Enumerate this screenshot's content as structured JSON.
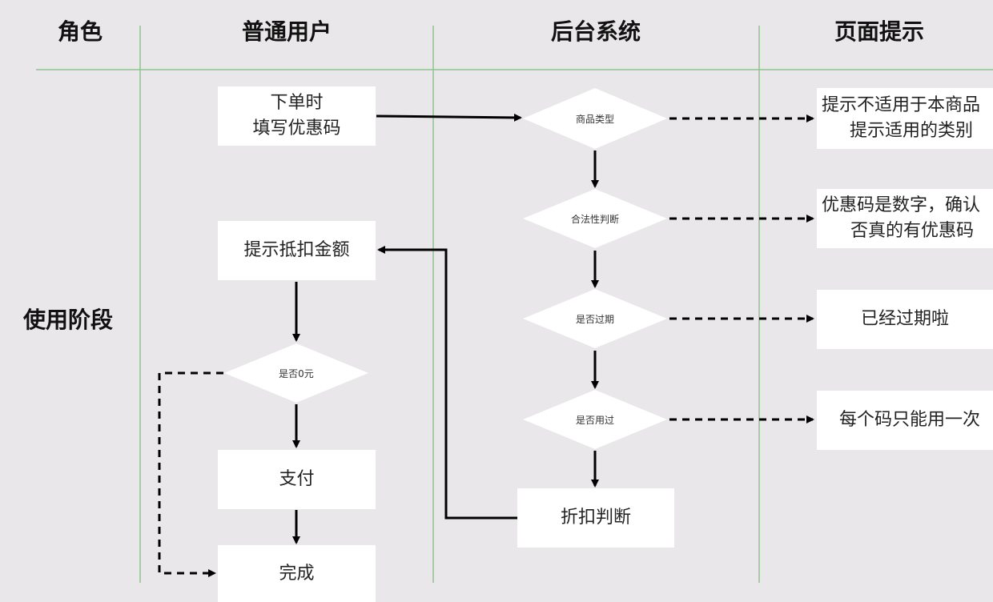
{
  "headers": {
    "role": "角色",
    "user": "普通用户",
    "backend": "后台系统",
    "page": "页面提示"
  },
  "row_label": "使用阶段",
  "user_lane": {
    "order_line1": "下单时",
    "order_line2": "填写优惠码",
    "show_discount": "提示抵扣金额",
    "is_zero": "是否0元",
    "pay": "支付",
    "done": "完成"
  },
  "backend_lane": {
    "product_type": "商品类型",
    "legality": "合法性判断",
    "expired": "是否过期",
    "used": "是否用过",
    "discount_judge": "折扣判断"
  },
  "page_lane": {
    "hint1_line1": "提示不适用于本商品",
    "hint1_line2": "提示适用的类别",
    "hint2_line1": "优惠码是数字，确认",
    "hint2_line2": "否真的有优惠码",
    "hint3": "已经过期啦",
    "hint4": "每个码只能用一次"
  },
  "colors": {
    "background": "#e9e7e9",
    "lane_line": "#8fc48f",
    "box": "#ffffff",
    "arrow": "#000000"
  }
}
